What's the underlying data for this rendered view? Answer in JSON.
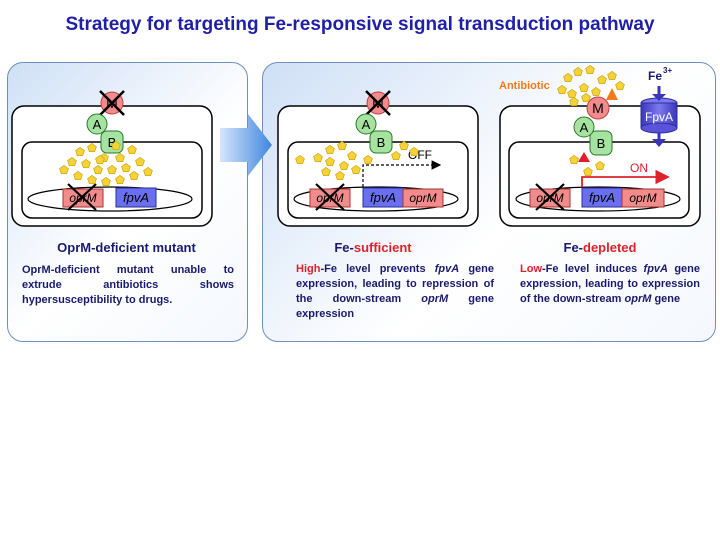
{
  "title": "Strategy for targeting Fe-responsive signal transduction pathway",
  "labels": {
    "m": "M",
    "a": "A",
    "b": "B",
    "oprm": "oprM",
    "fpva": "fpvA",
    "fpva_protein": "FpvA",
    "off": "OFF",
    "on": "ON",
    "antibiotic": "Antibiotic",
    "fe_ion": "Fe",
    "fe_charge": "3+"
  },
  "left_panel": {
    "heading": "OprM-deficient mutant",
    "description": "OprM-deficient mutant unable to extrude antibiotics shows hypersusceptibility to drugs."
  },
  "middle_panel": {
    "heading_prefix": "Fe-",
    "heading_emph": "sufficient",
    "desc_emph": "High",
    "desc_1": "-Fe level prevents ",
    "desc_gene": "fpvA",
    "desc_2": " gene expression, leading to repression of the down-stream ",
    "desc_gene2": "oprM",
    "desc_3": " gene expression"
  },
  "right_panel": {
    "heading_prefix": "Fe-",
    "heading_emph": "depleted",
    "desc_emph": "Low",
    "desc_1": "-Fe level induces ",
    "desc_gene": "fpvA",
    "desc_2": " gene expression, leading to expression of the down-stream ",
    "desc_gene2": "oprM",
    "desc_3": " gene"
  },
  "colors": {
    "title": "#1f1fa8",
    "red_box": "#f28b8b",
    "blue_box": "#6a6ff0",
    "green_protein": "#a7e3a0",
    "antibiotic": "#f5d238",
    "emphasis": "#e0202a",
    "antibiotic_label": "#f07a1a"
  }
}
